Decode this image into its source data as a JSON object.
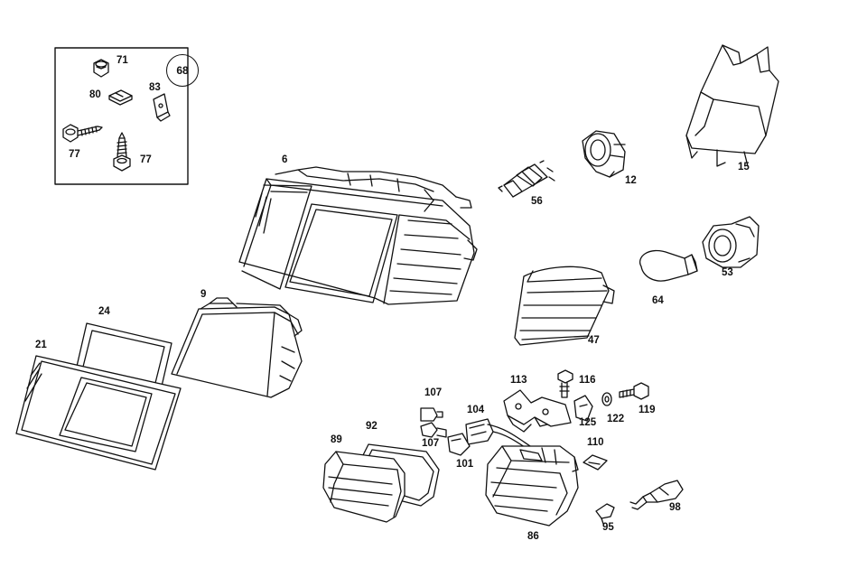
{
  "diagram": {
    "inset_box_badge": "68",
    "callouts": {
      "p71": "71",
      "p80": "80",
      "p83": "83",
      "p77a": "77",
      "p77b": "77",
      "p6": "6",
      "p56": "56",
      "p12": "12",
      "p15": "15",
      "p9": "9",
      "p24": "24",
      "p21": "21",
      "p47": "47",
      "p64": "64",
      "p53": "53",
      "p113": "113",
      "p116": "116",
      "p125": "125",
      "p122": "122",
      "p119": "119",
      "p107a": "107",
      "p107b": "107",
      "p104": "104",
      "p101": "101",
      "p110": "110",
      "p92": "92",
      "p89": "89",
      "p86": "86",
      "p95": "95",
      "p98": "98"
    }
  }
}
